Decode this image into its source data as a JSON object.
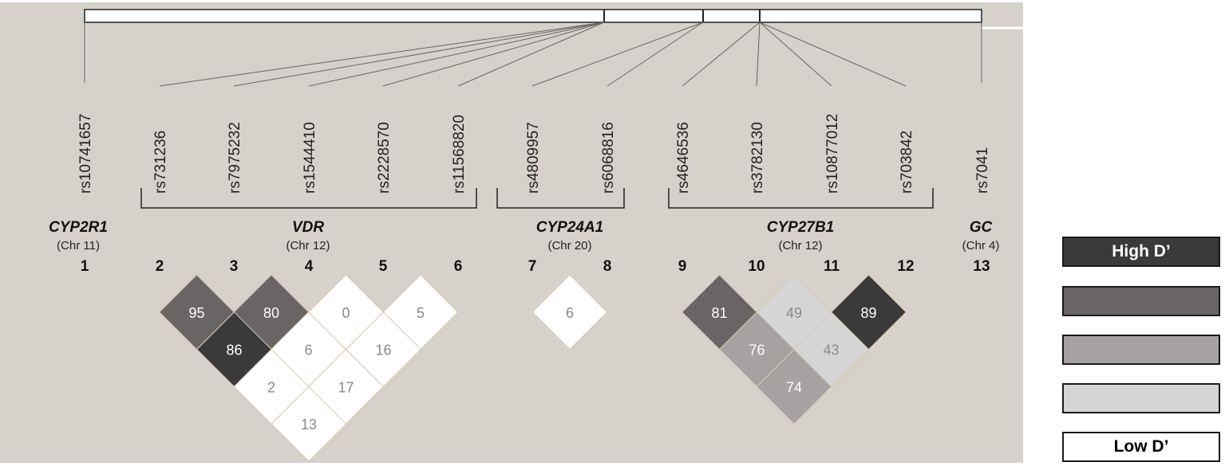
{
  "snps": [
    {
      "num": "1",
      "rs": "rs10741657"
    },
    {
      "num": "2",
      "rs": "rs731236"
    },
    {
      "num": "3",
      "rs": "rs7975232"
    },
    {
      "num": "4",
      "rs": "rs1544410"
    },
    {
      "num": "5",
      "rs": "rs2228570"
    },
    {
      "num": "6",
      "rs": "rs11568820"
    },
    {
      "num": "7",
      "rs": "rs4809957"
    },
    {
      "num": "8",
      "rs": "rs6068816"
    },
    {
      "num": "9",
      "rs": "rs4646536"
    },
    {
      "num": "10",
      "rs": "rs3782130"
    },
    {
      "num": "11",
      "rs": "rs10877012"
    },
    {
      "num": "12",
      "rs": "rs703842"
    },
    {
      "num": "13",
      "rs": "rs7041"
    }
  ],
  "genes": [
    {
      "name": "CYP2R1",
      "chr": "(Chr 11)"
    },
    {
      "name": "VDR",
      "chr": "(Chr 12)"
    },
    {
      "name": "CYP24A1",
      "chr": "(Chr 20)"
    },
    {
      "name": "CYP27B1",
      "chr": "(Chr 12)"
    },
    {
      "name": "GC",
      "chr": "(Chr 4)"
    }
  ],
  "ld_cells": [
    {
      "i": 1,
      "j": 2,
      "value": "95",
      "level": 2
    },
    {
      "i": 2,
      "j": 3,
      "value": "80",
      "level": 2
    },
    {
      "i": 3,
      "j": 4,
      "value": "0",
      "level": 5
    },
    {
      "i": 4,
      "j": 5,
      "value": "5",
      "level": 5
    },
    {
      "i": 1,
      "j": 3,
      "value": "86",
      "level": 1
    },
    {
      "i": 2,
      "j": 4,
      "value": "6",
      "level": 5
    },
    {
      "i": 3,
      "j": 5,
      "value": "16",
      "level": 5
    },
    {
      "i": 1,
      "j": 4,
      "value": "2",
      "level": 5
    },
    {
      "i": 2,
      "j": 5,
      "value": "17",
      "level": 5
    },
    {
      "i": 1,
      "j": 5,
      "value": "13",
      "level": 5
    },
    {
      "i": 6,
      "j": 7,
      "value": "6",
      "level": 5
    },
    {
      "i": 8,
      "j": 9,
      "value": "81",
      "level": 2
    },
    {
      "i": 9,
      "j": 10,
      "value": "49",
      "level": 4
    },
    {
      "i": 10,
      "j": 11,
      "value": "89",
      "level": 1
    },
    {
      "i": 8,
      "j": 10,
      "value": "76",
      "level": 3
    },
    {
      "i": 9,
      "j": 11,
      "value": "43",
      "level": 4
    },
    {
      "i": 8,
      "j": 11,
      "value": "74",
      "level": 3
    }
  ],
  "level_colors": {
    "1": "#3a3a3a",
    "2": "#686564",
    "3": "#a5a2a1",
    "4": "#d5d5d5",
    "5": "#ffffff"
  },
  "legend": [
    {
      "label": "High D’",
      "color": "#3a3a3a",
      "text_color": "#ffffff"
    },
    {
      "label": "",
      "color": "#686564",
      "text_color": "#ffffff"
    },
    {
      "label": "",
      "color": "#a5a2a1",
      "text_color": "#ffffff"
    },
    {
      "label": "",
      "color": "#d5d5d5",
      "text_color": "#000000"
    },
    {
      "label": "Low D’",
      "color": "#ffffff",
      "text_color": "#000000"
    }
  ]
}
